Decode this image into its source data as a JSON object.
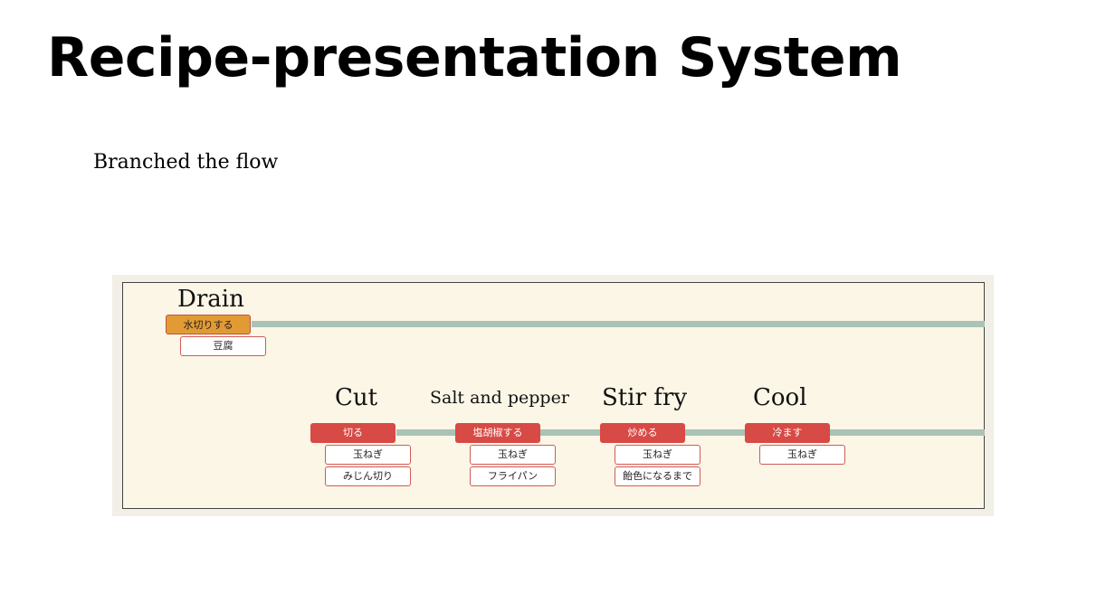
{
  "slide": {
    "title": "Recipe-presentation System",
    "subtitle": "Branched the flow"
  },
  "colors": {
    "action": "#d84a45",
    "action_highlight": "#e29a34",
    "flow_line": "#aac3b5",
    "panel_bg": "#fbf6e6",
    "tag_border": "#d25a5a"
  },
  "flow": {
    "branch_top": {
      "step": {
        "label": "Drain",
        "action": "水切りする",
        "tags": [
          "豆腐"
        ]
      }
    },
    "branch_main": {
      "steps": [
        {
          "label": "Cut",
          "action": "切る",
          "tags": [
            "玉ねぎ",
            "みじん切り"
          ]
        },
        {
          "label": "Salt and pepper",
          "action": "塩胡椒する",
          "tags": [
            "玉ねぎ",
            "フライパン"
          ]
        },
        {
          "label": "Stir fry",
          "action": "炒める",
          "tags": [
            "玉ねぎ",
            "飴色になるまで"
          ]
        },
        {
          "label": "Cool",
          "action": "冷ます",
          "tags": [
            "玉ねぎ"
          ]
        }
      ]
    }
  }
}
